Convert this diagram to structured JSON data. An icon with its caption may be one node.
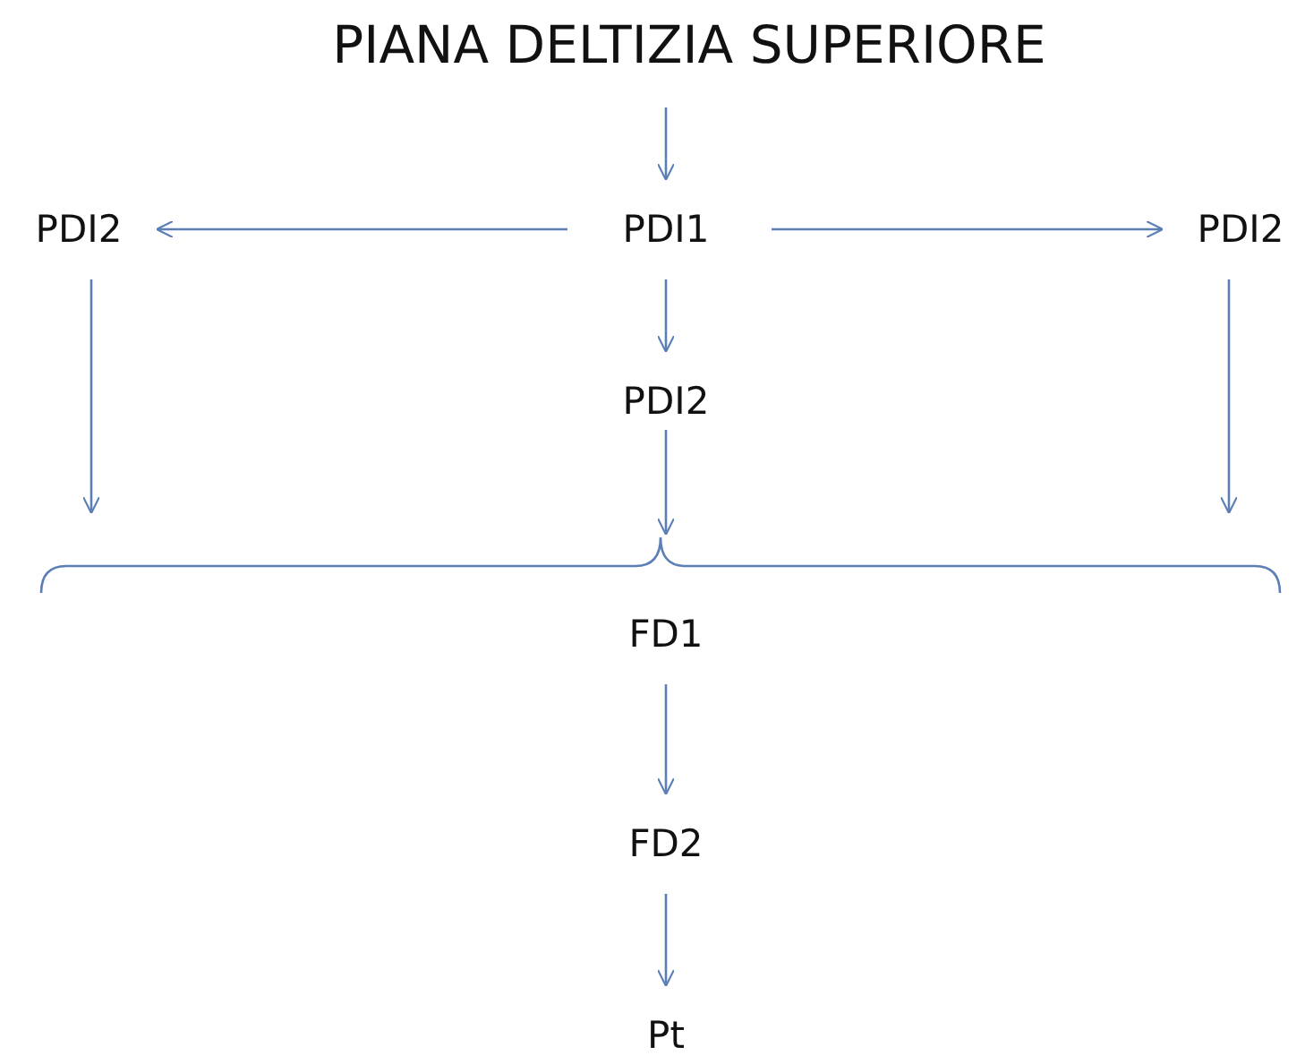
{
  "diagram": {
    "nodes": [
      {
        "text": [
          "PIANA DELTIZIA SUPERIORE"
        ]
      },
      {
        "text": [
          "PDI1"
        ]
      },
      {
        "text": [
          "PDI2"
        ]
      },
      {
        "text": [
          "PDI2"
        ]
      },
      {
        "text": [
          "PDI2"
        ]
      },
      {
        "text": [],
        "shape": "bracket"
      },
      {
        "text": [
          "FD1"
        ]
      },
      {
        "text": [
          "FD2"
        ]
      },
      {
        "text": [
          "Pt"
        ]
      }
    ],
    "edges": [
      {
        "from": 0,
        "to": 1,
        "arrow": "to"
      },
      {
        "from": 1,
        "to": 2,
        "arrow": "to"
      },
      {
        "from": 1,
        "to": 3,
        "arrow": "to"
      },
      {
        "from": 1,
        "to": 4,
        "arrow": "to"
      },
      {
        "from": 2,
        "to": 5,
        "arrow": "to"
      },
      {
        "from": 4,
        "to": 5,
        "arrow": "to"
      },
      {
        "from": 3,
        "to": 5,
        "arrow": "to"
      },
      {
        "from": 6,
        "to": 7,
        "arrow": "to"
      },
      {
        "from": 7,
        "to": 8,
        "arrow": "to"
      }
    ]
  }
}
